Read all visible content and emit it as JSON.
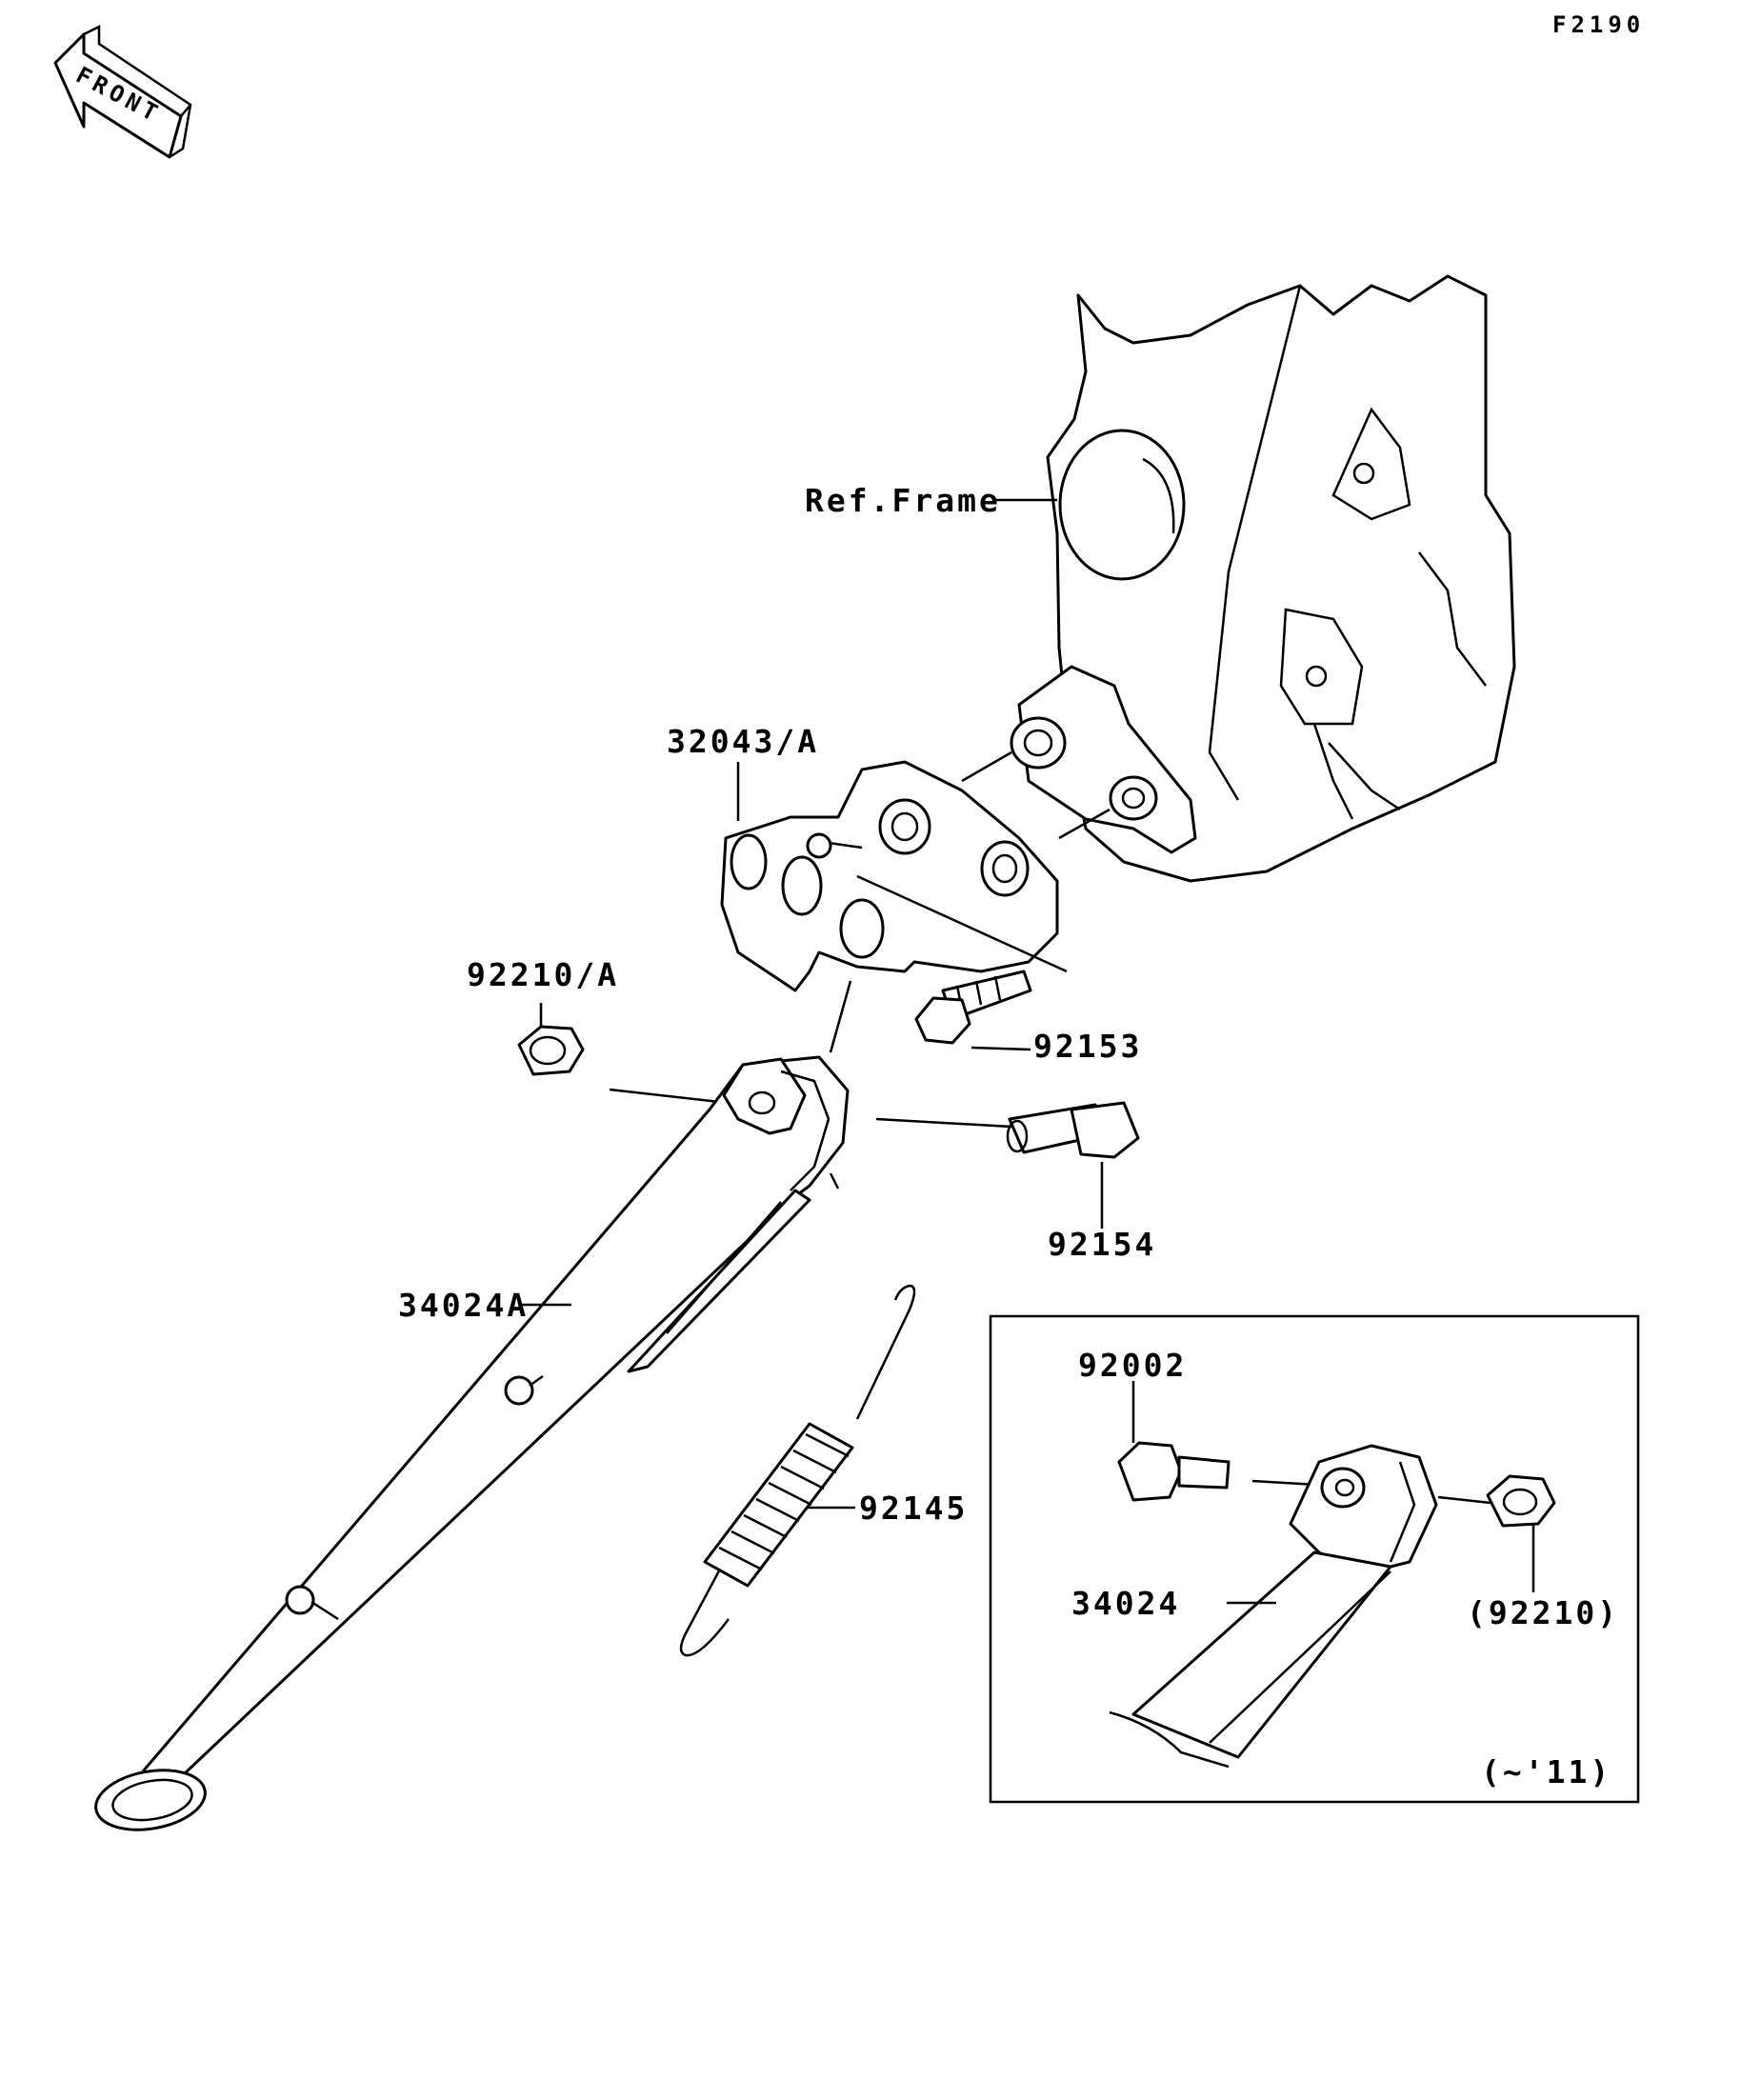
{
  "figure_code": "F2190",
  "front_arrow_label": "FRONT",
  "callouts": {
    "ref_frame": "Ref.Frame",
    "plate": "32043/A",
    "nut_a": "92210/A",
    "bolt_92153": "92153",
    "bolt_92154": "92154",
    "side_stand": "34024A",
    "spring": "92145"
  },
  "inset": {
    "bolt": "92002",
    "stand": "34024",
    "nut": "(92210)",
    "applicability": "(~'11)"
  },
  "colors": {
    "line": "#000000",
    "background": "#ffffff"
  }
}
